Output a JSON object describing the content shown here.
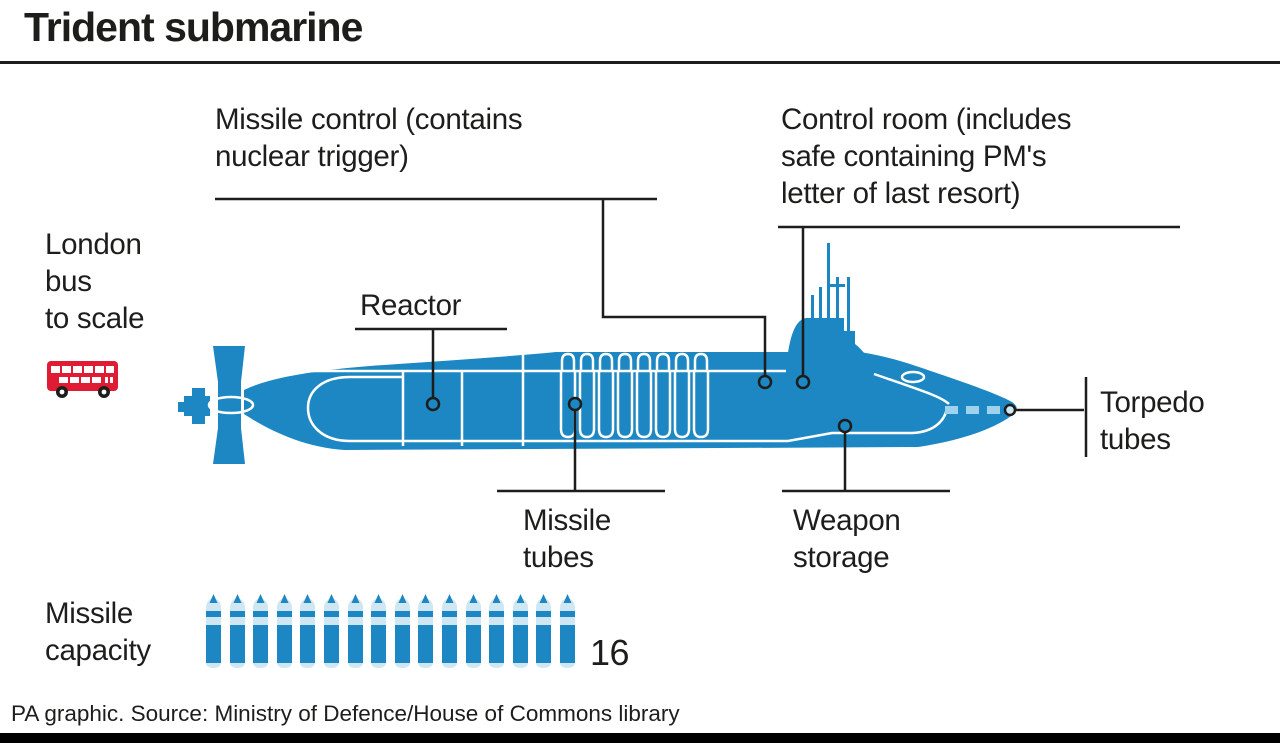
{
  "title": "Trident submarine",
  "footer": "PA graphic. Source: Ministry of Defence/House of Commons library",
  "colors": {
    "submarine_blue": "#1c87c3",
    "missile_pale_blue": "#cfe6f3",
    "torpedo_dash_blue": "#9fd2ec",
    "bus_red": "#e01c35",
    "line_dark": "#1d1d1b",
    "text_black": "#1d1d1b"
  },
  "labels": {
    "missile_control": "Missile control (contains\nnuclear trigger)",
    "control_room": "Control room (includes\nsafe containing PM's\nletter of last resort)",
    "london_bus": "London\nbus\nto scale",
    "reactor": "Reactor",
    "torpedo_tubes": "Torpedo\ntubes",
    "missile_tubes": "Missile\ntubes",
    "weapon_storage": "Weapon\nstorage",
    "missile_capacity": "Missile\ncapacity"
  },
  "missile_capacity": {
    "count": 16,
    "count_label": "16"
  },
  "icons": {
    "london_bus": "red-double-decker-bus",
    "submarine": "submarine-side-profile",
    "missile": "missile-pictogram"
  }
}
